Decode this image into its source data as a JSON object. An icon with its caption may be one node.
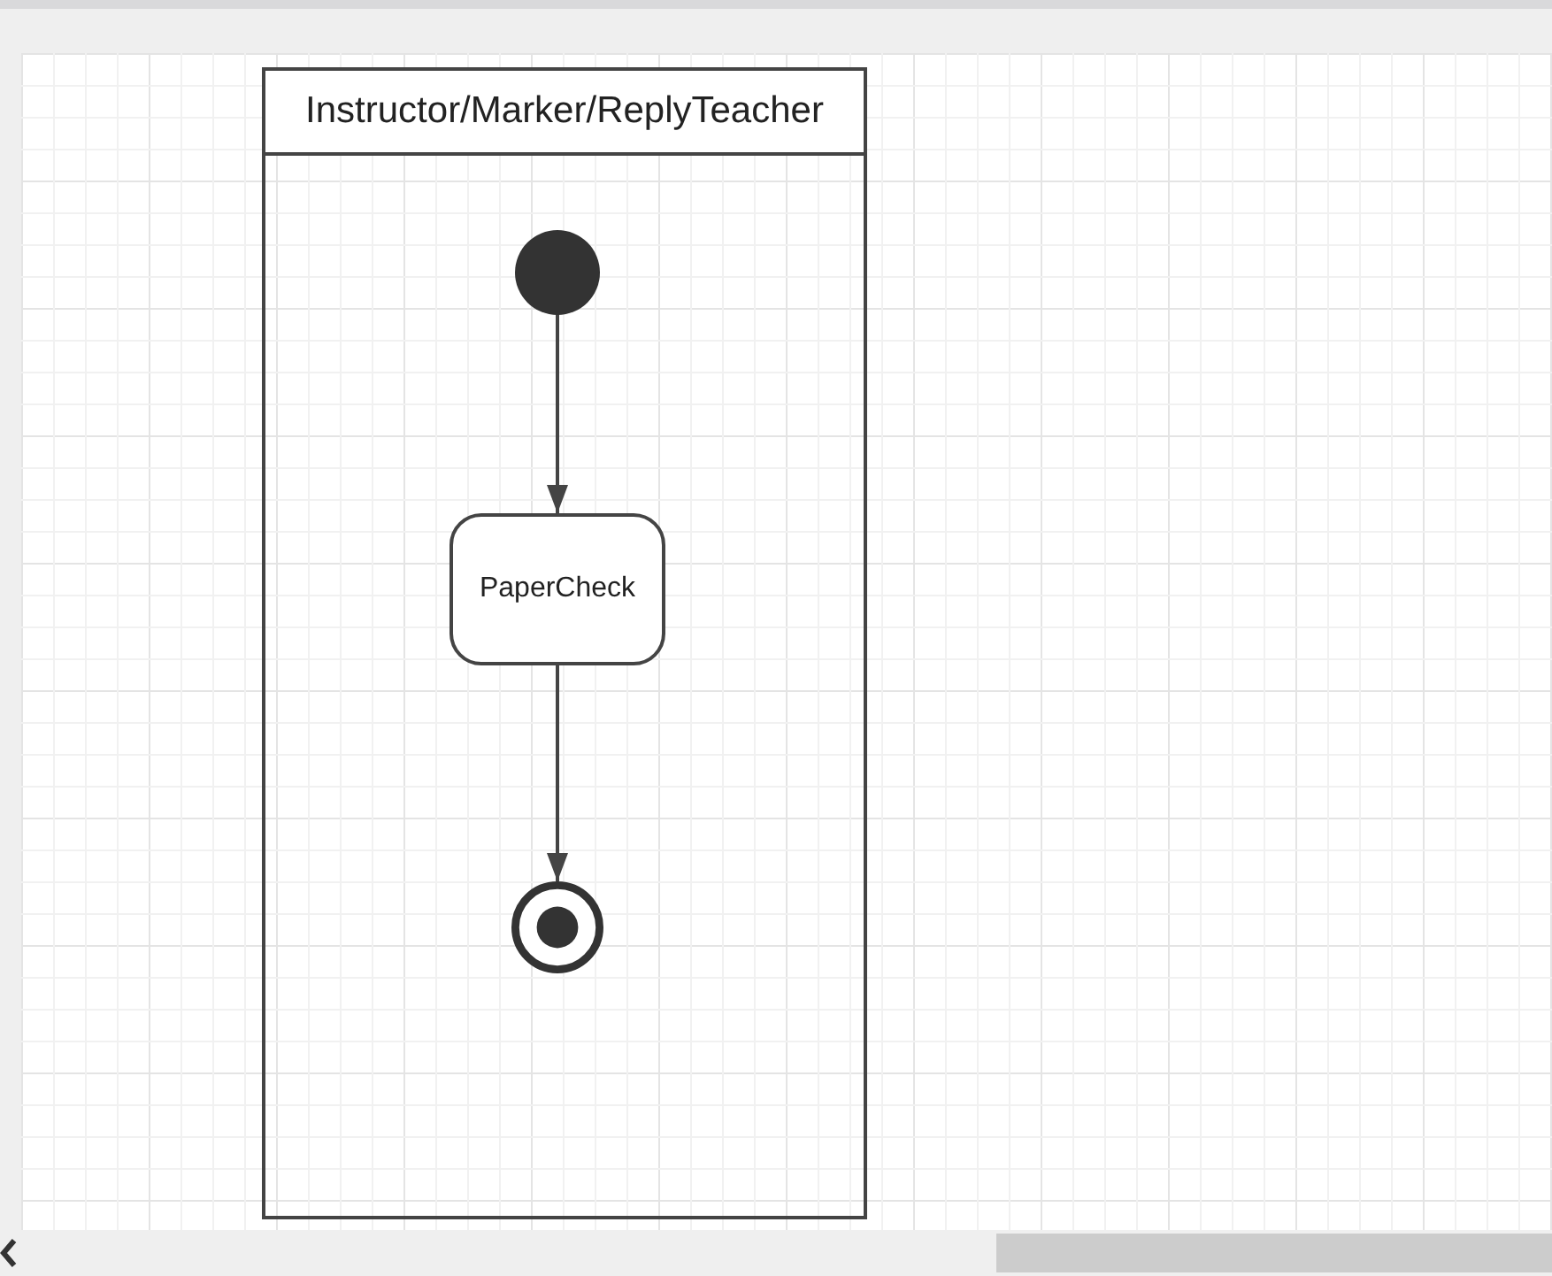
{
  "diagram": {
    "nodes": [
      {
        "text": [
          "Instructor/Marker/ReplyTeacher"
        ]
      },
      {
        "text": [],
        "shape": "circle",
        "in": 0
      },
      {
        "text": [
          "PaperCheck"
        ],
        "in": 0
      },
      {
        "text": [],
        "shape": "circle",
        "in": 0
      }
    ],
    "edges": [
      {
        "from": 1,
        "to": 2,
        "arrow": "to"
      },
      {
        "from": 2,
        "to": 3,
        "arrow": "to"
      }
    ]
  }
}
